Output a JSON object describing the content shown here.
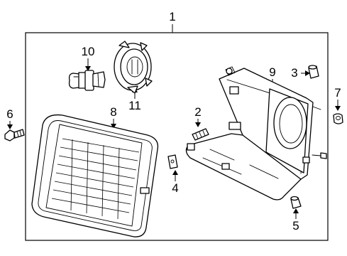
{
  "diagram": {
    "callouts": [
      {
        "id": "1",
        "label": "1",
        "part": "headlamp-assembly"
      },
      {
        "id": "2",
        "label": "2",
        "part": "adjuster-screw"
      },
      {
        "id": "3",
        "label": "3",
        "part": "nut"
      },
      {
        "id": "4",
        "label": "4",
        "part": "clip"
      },
      {
        "id": "5",
        "label": "5",
        "part": "nut"
      },
      {
        "id": "6",
        "label": "6",
        "part": "bolt"
      },
      {
        "id": "7",
        "label": "7",
        "part": "nut"
      },
      {
        "id": "8",
        "label": "8",
        "part": "lens-and-reflector"
      },
      {
        "id": "9",
        "label": "9",
        "part": "mounting-bracket"
      },
      {
        "id": "10",
        "label": "10",
        "part": "bulb"
      },
      {
        "id": "11",
        "label": "11",
        "part": "bulb-socket"
      }
    ]
  }
}
